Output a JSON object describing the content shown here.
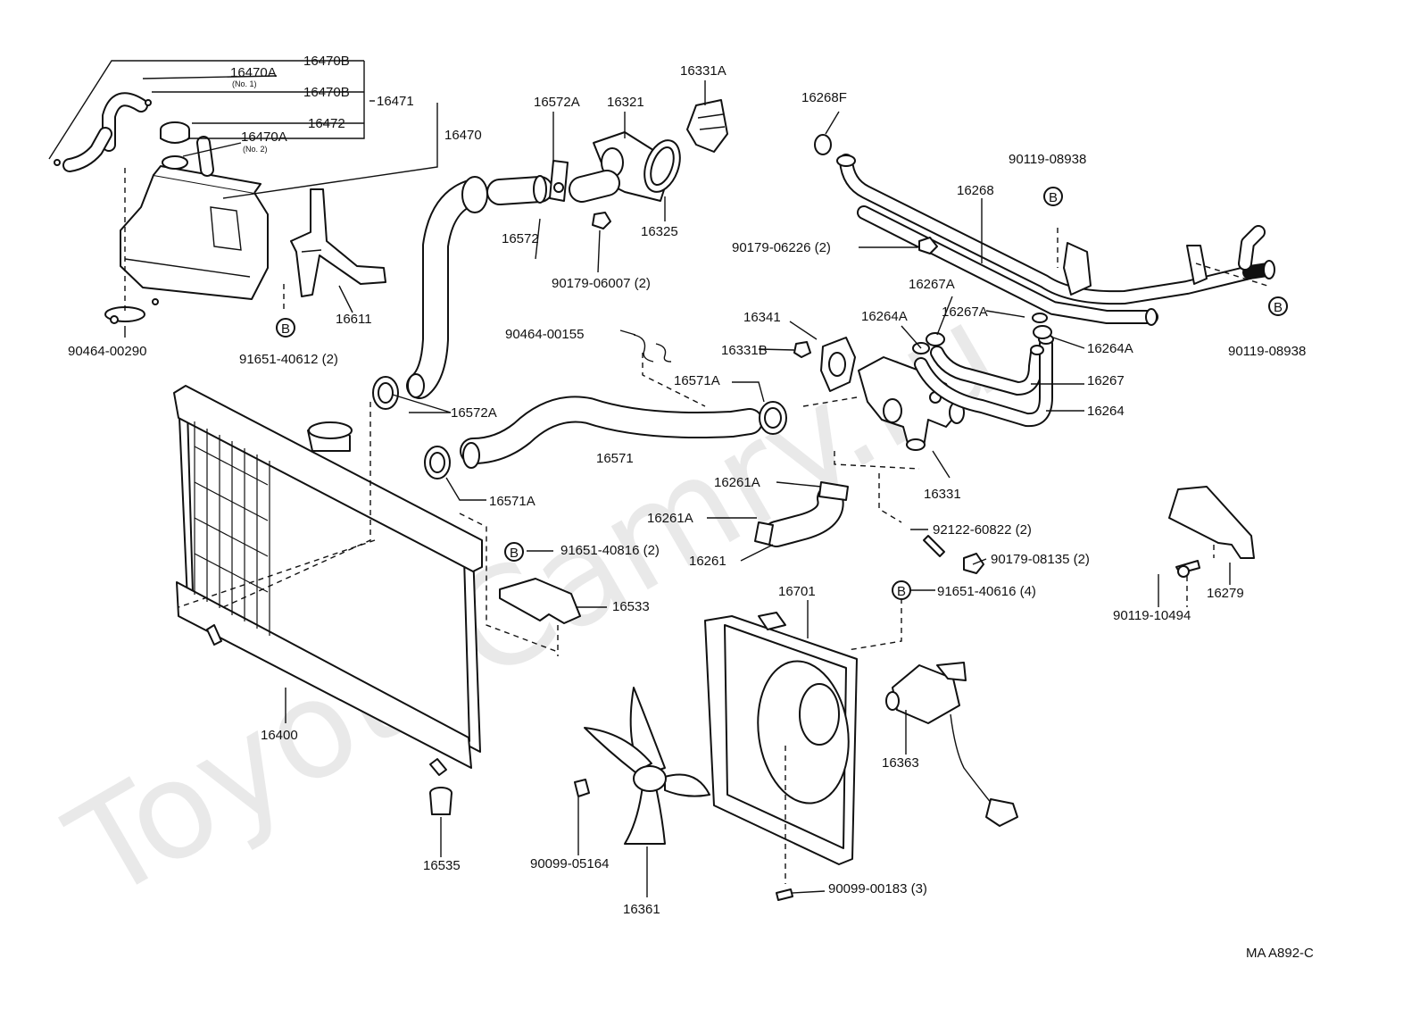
{
  "watermark": "ToyotaCamry.ru",
  "diagram_code": "MA A892-C",
  "ref_marker": "B",
  "labels": {
    "l16470B_a": "16470B",
    "l16470A_no1": "16470A",
    "l16470A_no1_note": "(No. 1)",
    "l16470B_b": "16470B",
    "l16471": "16471",
    "l16472": "16472",
    "l16470A_no2": "16470A",
    "l16470A_no2_note": "(No. 2)",
    "l16470": "16470",
    "l90464_00290": "90464-00290",
    "l16611": "16611",
    "l91651_40612": "91651-40612 (2)",
    "l16572A_top": "16572A",
    "l16321": "16321",
    "l16331A": "16331A",
    "l16572": "16572",
    "l16325": "16325",
    "l90179_06007": "90179-06007 (2)",
    "l16268F": "16268F",
    "l90119_08938_top": "90119-08938",
    "l16268": "16268",
    "l90179_06226": "90179-06226 (2)",
    "l16267A_a": "16267A",
    "l16267A_b": "16267A",
    "l16264A_a": "16264A",
    "l16264A_b": "16264A",
    "l16341": "16341",
    "l16331B": "16331B",
    "l90119_08938_right": "90119-08938",
    "l90464_00155": "90464-00155",
    "l16571A_top": "16571A",
    "l16267": "16267",
    "l16264": "16264",
    "l16572A_low": "16572A",
    "l16571": "16571",
    "l16331": "16331",
    "l16571A_low": "16571A",
    "l16261A_a": "16261A",
    "l16261A_b": "16261A",
    "l92122_60822": "92122-60822 (2)",
    "l16261": "16261",
    "l90179_08135": "90179-08135 (2)",
    "l91651_40816": "91651-40816 (2)",
    "l16533": "16533",
    "l16701": "16701",
    "l91651_40616": "91651-40616 (4)",
    "l90119_10494": "90119-10494",
    "l16279": "16279",
    "l16400": "16400",
    "l16363": "16363",
    "l16535": "16535",
    "l90099_05164": "90099-05164",
    "l16361": "16361",
    "l90099_00183": "90099-00183 (3)"
  }
}
